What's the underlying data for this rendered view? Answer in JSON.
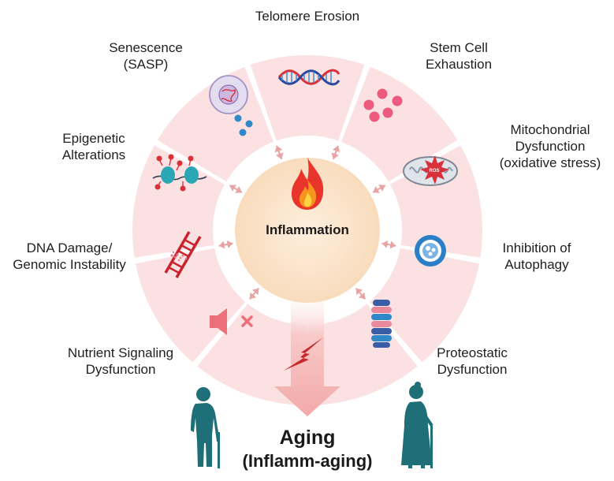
{
  "center": {
    "label": "Inflammation"
  },
  "outcome": {
    "title": "Aging",
    "subtitle": "(Inflamm-aging)"
  },
  "hallmarks": [
    {
      "id": "telomere-erosion",
      "lines": [
        "Telomere Erosion"
      ]
    },
    {
      "id": "stem-cell-exhaustion",
      "lines": [
        "Stem Cell",
        "Exhaustion"
      ]
    },
    {
      "id": "mitochondrial-dysfunction",
      "lines": [
        "Mitochondrial",
        "Dysfunction",
        "(oxidative stress)"
      ],
      "icon_text": "ROS"
    },
    {
      "id": "inhibition-of-autophagy",
      "lines": [
        "Inhibition of",
        "Autophagy"
      ]
    },
    {
      "id": "proteostatic-dysfunction",
      "lines": [
        "Proteostatic",
        "Dysfunction"
      ]
    },
    {
      "id": "nutrient-signaling-dysfunction",
      "lines": [
        "Nutrient Signaling",
        "Dysfunction"
      ]
    },
    {
      "id": "dna-damage",
      "lines": [
        "DNA Damage/",
        "Genomic Instability"
      ]
    },
    {
      "id": "epigenetic-alterations",
      "lines": [
        "Epigenetic",
        "Alterations"
      ]
    },
    {
      "id": "senescence",
      "lines": [
        "Senescence",
        "(SASP)"
      ]
    }
  ],
  "colors": {
    "segment": "#fbe1e1",
    "center_fill": "#fbe3c8",
    "arrow": "#e9a3a3",
    "down_arrow": "#f5b8b8",
    "icon_red": "#d9303a",
    "person": "#1f6f78"
  }
}
